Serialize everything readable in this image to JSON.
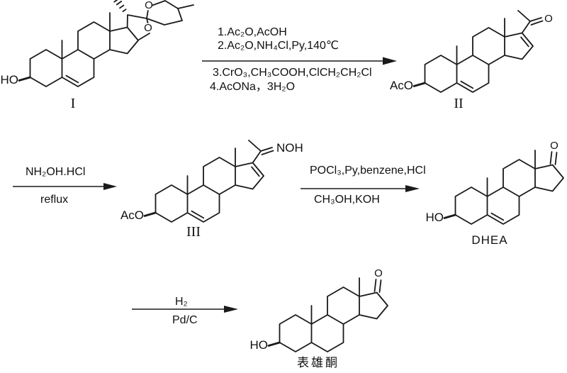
{
  "colors": {
    "ink": "#1a1a1a",
    "background": "#ffffff"
  },
  "structures": {
    "diosgenin": {
      "caption": "I",
      "hydroxyl": "HO",
      "ring_e_oxygen": "O",
      "ring_f_oxygen": "O"
    },
    "dpa": {
      "caption": "II",
      "acetoxy": "AcO",
      "ketone_oxygen": "O"
    },
    "oxime": {
      "caption": "III",
      "acetoxy": "AcO",
      "oxime_group": "NOH"
    },
    "dhea": {
      "caption": "DHEA",
      "hydroxyl": "HO",
      "ketone_oxygen": "O"
    },
    "epiandrosterone": {
      "caption": "表雄酮",
      "hydroxyl": "HO",
      "ketone_oxygen": "O"
    }
  },
  "steps": {
    "step1": {
      "above": [
        "1.Ac₂O,AcOH",
        "2.Ac₂O,NH₄Cl,Py,140℃"
      ],
      "below": [
        "3.CrO₃,CH₃COOH,ClCH₂CH₂Cl",
        "4.AcONa，3H₂O"
      ]
    },
    "step2": {
      "above": [
        "NH₂OH.HCl"
      ],
      "below": [
        "reflux"
      ]
    },
    "step3": {
      "above": [
        "POCl₃,Py,benzene,HCl"
      ],
      "below": [
        "CH₃OH,KOH"
      ]
    },
    "step4": {
      "above": [
        "H₂"
      ],
      "below": [
        "Pd/C"
      ]
    }
  }
}
